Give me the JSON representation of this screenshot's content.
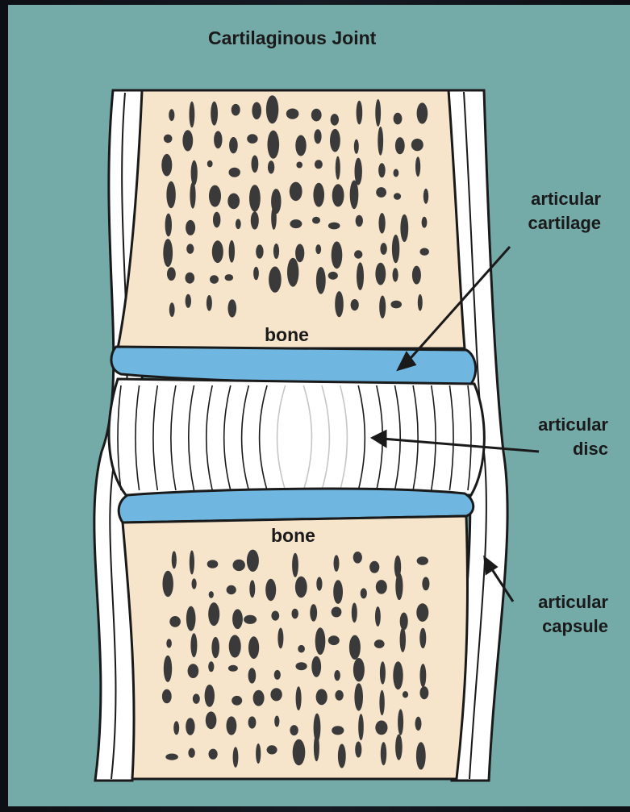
{
  "title": "Cartilaginous Joint",
  "labels": {
    "bone_top": "bone",
    "bone_bottom": "bone",
    "cartilage": [
      "articular",
      "cartilage"
    ],
    "disc": [
      "articular",
      "disc"
    ],
    "capsule": [
      "articular",
      "capsule"
    ]
  },
  "colors": {
    "background": "#74aaa8",
    "bone": "#f6e4cb",
    "cartilage": "#6fb6e0",
    "capsule": "#ffffff",
    "outline": "#1a1a1a",
    "pore": "#3a3a3a"
  }
}
